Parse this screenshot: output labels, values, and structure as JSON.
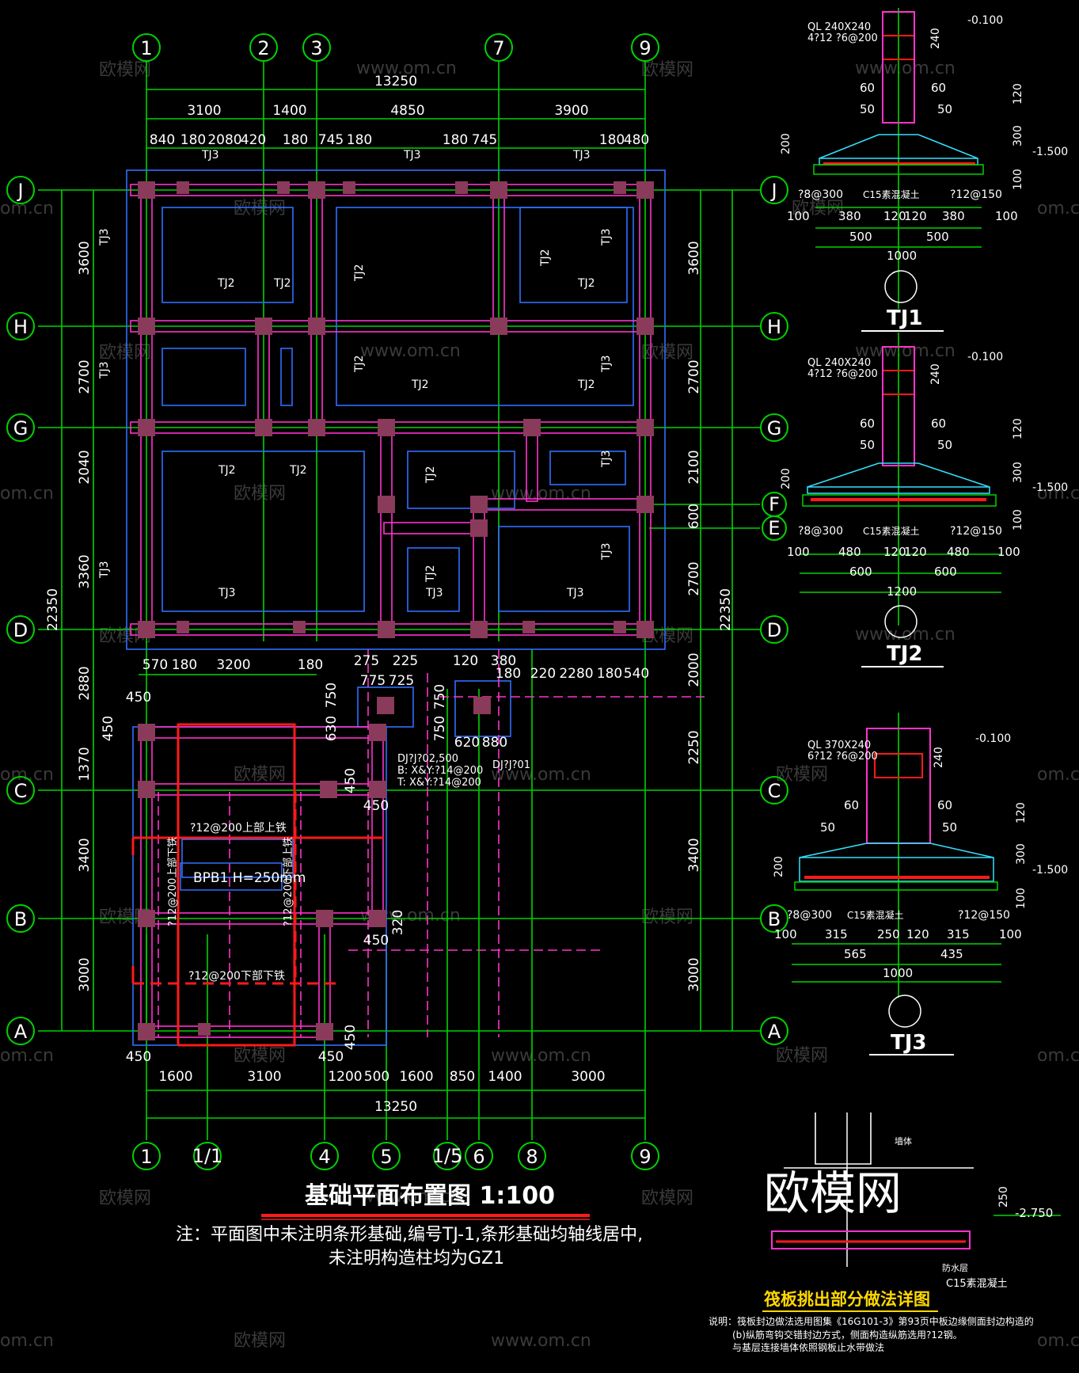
{
  "plan": {
    "title": "基础平面布置图 1:100",
    "note_line1": "注：平面图中未注明条形基础,编号TJ-1,条形基础均轴线居中,",
    "note_line2": "未注明构造柱均为GZ1",
    "total_width_label": "13250",
    "total_height_label": "22350",
    "top_axes": [
      "1",
      "2",
      "3",
      "7",
      "9"
    ],
    "bottom_axes": [
      "1",
      "1/1",
      "4",
      "5",
      "1/5",
      "6",
      "8",
      "9"
    ],
    "row_axes_left": [
      "J",
      "H",
      "G",
      "D",
      "C",
      "B",
      "A"
    ],
    "row_axes_right": [
      "J",
      "H",
      "G",
      "F",
      "E",
      "D",
      "C",
      "B",
      "A"
    ],
    "top_dims_row1": [
      "3100",
      "1400",
      "4850",
      "3900"
    ],
    "top_dims_row2": [
      "840",
      "180",
      "2080",
      "420",
      "180",
      "745",
      "180",
      "180",
      "745",
      "180",
      "480"
    ],
    "bottom_dims": [
      "1600",
      "3100",
      "1200",
      "500",
      "1600",
      "850",
      "1400",
      "3000"
    ],
    "left_dims": [
      "3600",
      "2700",
      "2040",
      "3360",
      "2880",
      "1370",
      "3400",
      "3000"
    ],
    "right_dims": [
      "3600",
      "2700",
      "2100",
      "600",
      "2700",
      "2000",
      "2250",
      "3400",
      "3000"
    ],
    "mid_dims": [
      "570",
      "180",
      "3200",
      "180",
      "275",
      "225",
      "775",
      "725",
      "120",
      "380",
      "180",
      "220",
      "2280",
      "180",
      "540"
    ],
    "mid_v_dims": [
      "630",
      "750",
      "750",
      "750",
      "620",
      "880"
    ],
    "small_dims": [
      "450",
      "450",
      "450",
      "450",
      "450",
      "320",
      "450",
      "450"
    ],
    "labels": [
      "TJ1",
      "TJ2",
      "TJ3"
    ],
    "dj1": "DJ?J?02,500",
    "dj1_b": "B: X&Y:?14@200",
    "dj1_t": "T: X&Y:?14@200",
    "dj2": "DJ?J?01",
    "bpb": "BPB1 H=250mm",
    "rebar_top": "?12@200上部上铁",
    "rebar_bottom": "?12@200下部下铁",
    "rebar_left": "?12@200上部下铁",
    "rebar_mid": "?12@200下部上铁"
  },
  "sections": [
    {
      "name": "TJ1",
      "ql": "QL 240X240",
      "ql_rebar": "4?12 ?6@200",
      "ql_h": "240",
      "elev_top": "-0.100",
      "elev_bot": "-1.500",
      "slope": [
        "60",
        "60",
        "50",
        "50"
      ],
      "h_dims": [
        "120",
        "300",
        "100"
      ],
      "left_h": "200",
      "bottom_rebar_l": "?8@300",
      "concrete": "C15素混凝土",
      "bottom_rebar_r": "?12@150",
      "w_dims": [
        "100",
        "380",
        "120",
        "120",
        "380",
        "100"
      ],
      "half_dims": [
        "500",
        "500"
      ],
      "total": "1000"
    },
    {
      "name": "TJ2",
      "ql": "QL 240X240",
      "ql_rebar": "4?12 ?6@200",
      "ql_h": "240",
      "elev_top": "-0.100",
      "elev_bot": "-1.500",
      "slope": [
        "60",
        "60",
        "50",
        "50"
      ],
      "h_dims": [
        "120",
        "300",
        "100"
      ],
      "left_h": "200",
      "bottom_rebar_l": "?8@300",
      "concrete": "C15素混凝土",
      "bottom_rebar_r": "?12@150",
      "w_dims": [
        "100",
        "480",
        "120",
        "120",
        "480",
        "100"
      ],
      "half_dims": [
        "600",
        "600"
      ],
      "total": "1200"
    },
    {
      "name": "TJ3",
      "ql": "QL 370X240",
      "ql_rebar": "6?12 ?6@200",
      "ql_h": "240",
      "elev_top": "-0.100",
      "elev_bot": "-1.500",
      "slope": [
        "60",
        "60",
        "50",
        "50"
      ],
      "h_dims": [
        "120",
        "300",
        "100"
      ],
      "left_h": "200",
      "bottom_rebar_l": "?8@300",
      "concrete": "C15素混凝土",
      "bottom_rebar_r": "?12@150",
      "w_dims": [
        "100",
        "315",
        "250",
        "120",
        "315",
        "100"
      ],
      "half_dims": [
        "565",
        "435"
      ],
      "total": "1000"
    }
  ],
  "detail": {
    "title": "筏板挑出部分做法详图",
    "elev": "-2.750",
    "h": "250",
    "top_label": "墙体",
    "mid_label": "防水层",
    "c15": "C15素混凝土",
    "note1": "说明：筏板封边做法选用图集《16G101-3》第93页中板边缘侧面封边构造的",
    "note2": "(b)纵筋弯钩交错封边方式，侧面构造纵筋选用?12钢。",
    "note3": "与基层连接墙体依照钢板止水带做法"
  },
  "watermark": {
    "logo": "欧模网",
    "site": "www.om.cn",
    "cn": "om.cn"
  },
  "colors": {
    "bg": "#000000",
    "axis": "#00d200",
    "beam": "#ff33cc",
    "outline": "#2f6fff",
    "column": "#8a3a5a",
    "rebar": "#ff1a1a",
    "title_bar": "#ff1a1a",
    "detail_title": "#ffd700",
    "cyan": "#33e0ff"
  }
}
